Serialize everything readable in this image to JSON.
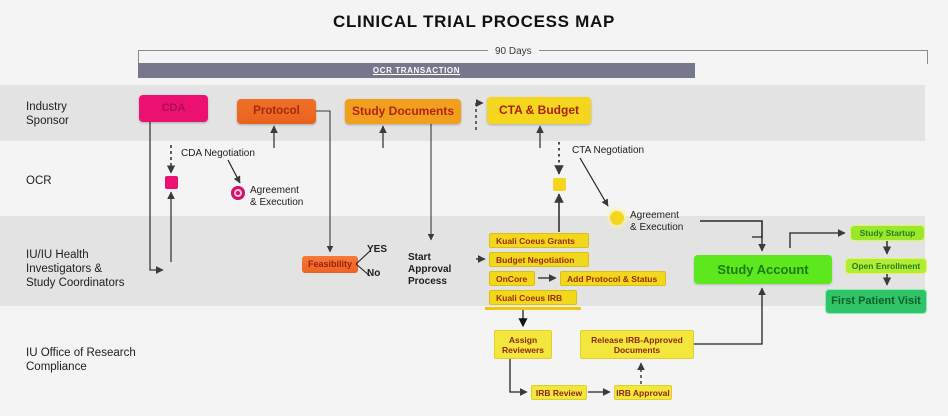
{
  "title": "CLINICAL TRIAL PROCESS MAP",
  "timeline": {
    "bracket_label": "90 Days",
    "ocr_bar_label": "OCR TRANSACTION"
  },
  "lanes": [
    {
      "id": "sponsor",
      "label": "Industry\nSponsor"
    },
    {
      "id": "ocr",
      "label": "OCR"
    },
    {
      "id": "investigators",
      "label": "IU/IU Health\nInvestigators &\nStudy Coordinators"
    },
    {
      "id": "compliance",
      "label": "IU Office of Research\nCompliance"
    }
  ],
  "lane_labels": {
    "sponsor": "Industry Sponsor",
    "ocr": "OCR",
    "investigators": "IU/IU Health Investigators & Study Coordinators",
    "compliance": "IU Office of Research Compliance"
  },
  "sponsor_row": {
    "cda": "CDA",
    "protocol": "Protocol",
    "study_documents": "Study Documents",
    "cta_budget": "CTA & Budget"
  },
  "ocr_row": {
    "cda_negotiation": "CDA Negotiation",
    "cda_agreement": "Agreement\n& Execution",
    "cta_negotiation": "CTA Negotiation",
    "cta_agreement": "Agreement\n& Execution"
  },
  "investigator_row": {
    "feasibility": "Feasibility",
    "yes": "YES",
    "no": "No",
    "start_approval": "Start Approval Process",
    "kuali_grants": "Kuali Coeus Grants",
    "budget_negotiation": "Budget Negotiation",
    "oncore": "OnCore",
    "add_protocol": "Add Protocol & Status",
    "kuali_irb": "Kuali Coeus IRB",
    "study_account": "Study Account",
    "study_startup": "Study Startup",
    "open_enrollment": "Open Enrollment",
    "first_patient_visit": "First Patient Visit"
  },
  "compliance_row": {
    "assign_reviewers": "Assign Reviewers",
    "release_irb_documents": "Release IRB-Approved Documents",
    "irb_review": "IRB Review",
    "irb_approval": "IRB Approval"
  },
  "colors": {
    "cda": "#ec1072",
    "protocol": "#ef6b24",
    "study_documents": "#f0a01c",
    "cta_budget": "#f5d61e",
    "task_yellow": "#f2d81c",
    "study_account": "#5ce81c",
    "first_patient_visit": "#2fc468",
    "ocr_bar": "#76768c",
    "band": "#e3e3e3",
    "background": "#f4f4f4"
  }
}
